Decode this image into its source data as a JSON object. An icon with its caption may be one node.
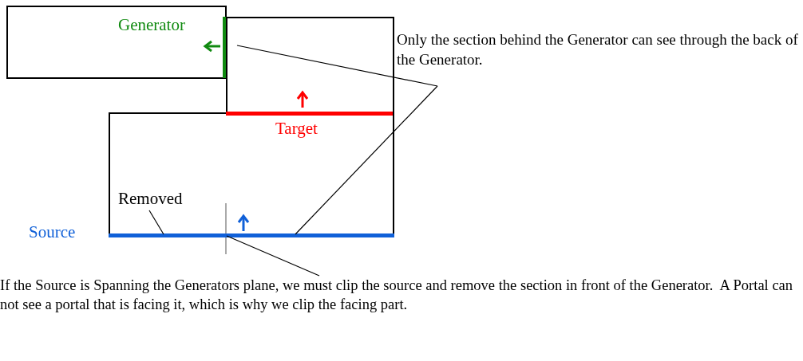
{
  "diagram": {
    "nodes": [
      {
        "text": [],
        "shape": "box"
      },
      {
        "text": [],
        "shape": "box"
      },
      {
        "text": [],
        "shape": "box"
      },
      {
        "text": [
          "Generator"
        ],
        "in": 0
      },
      {
        "text": [
          "Target"
        ],
        "in": 2
      },
      {
        "text": [
          "Source"
        ]
      },
      {
        "text": [
          "Only the section behind the Generator can see through the back of the Generator."
        ]
      },
      {
        "text": [
          "Removed"
        ],
        "in": 2
      },
      {
        "text": [
          "If the Source is Spanning the Generators plane, we must clip the source and remove the section in front of the Generator.  A Portal can not see a portal that is facing it, which is why we clip the facing part."
        ]
      },
      {
        "text": [],
        "shape": "bar",
        "in": 5
      },
      {
        "text": [],
        "shape": "bar",
        "in": 5
      },
      {
        "text": [],
        "shape": "bar"
      }
    ],
    "edges": [
      {
        "from": 6,
        "to": 1,
        "arrow": "none"
      },
      {
        "from": 6,
        "to": 10,
        "arrow": "none"
      },
      {
        "from": 7,
        "to": 9,
        "arrow": "none"
      },
      {
        "from": 8,
        "to": 11,
        "arrow": "none"
      }
    ]
  }
}
